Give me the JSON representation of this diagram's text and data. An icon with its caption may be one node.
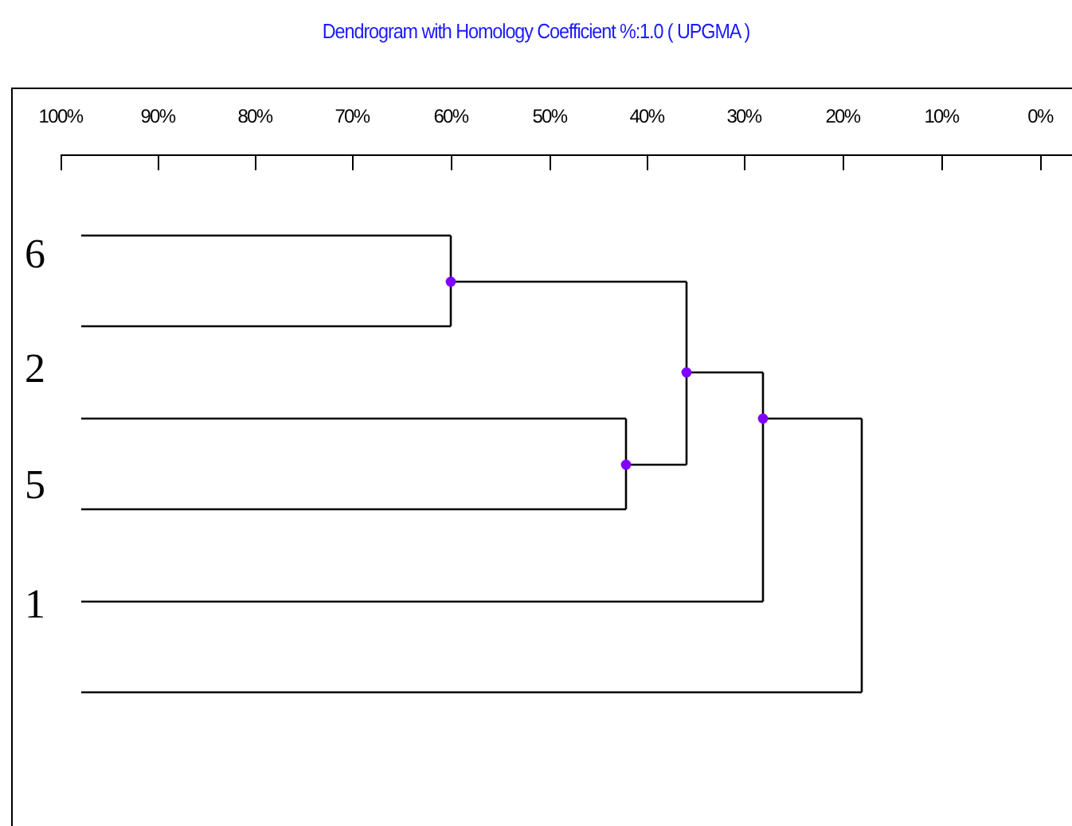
{
  "diagram": {
    "title": "Dendrogram with Homology Coefficient %:1.0 ( UPGMA )",
    "labels": [
      "100%",
      "90%",
      "80%",
      "70%",
      "60%",
      "50%",
      "40%",
      "30%",
      "20%",
      "10%",
      "0%",
      "6",
      "2",
      "5",
      "1"
    ]
  }
}
